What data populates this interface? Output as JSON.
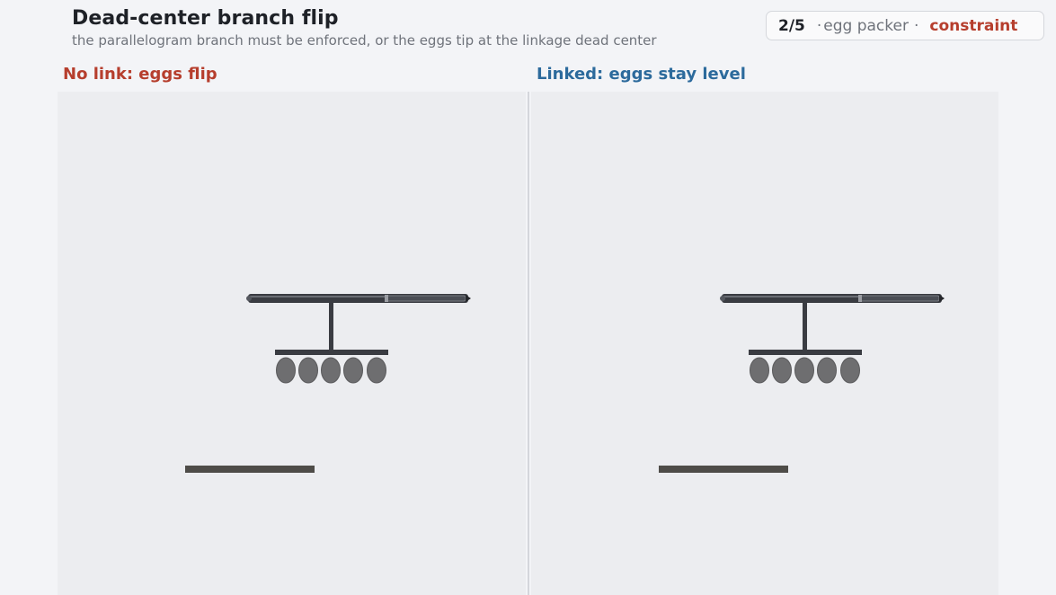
{
  "header": {
    "title": "Dead-center branch flip",
    "subtitle": "the parallelogram branch must be enforced, or the eggs tip at the linkage dead center"
  },
  "badge": {
    "step": "2/5",
    "sep": "·",
    "app": "egg packer",
    "sep2": "·",
    "mode": "constraint"
  },
  "panels": {
    "left": {
      "label": "No link: eggs flip",
      "color": "#b63e2d",
      "egg_count": 5
    },
    "right": {
      "label": "Linked: eggs stay level",
      "color": "#2c6a9c",
      "egg_count": 5
    }
  },
  "colors": {
    "background": "#f3f4f7",
    "panel": "#ecedf0",
    "arm": "#3a3c42",
    "egg": "#6e6e70",
    "conveyor": "#4e4c48"
  }
}
